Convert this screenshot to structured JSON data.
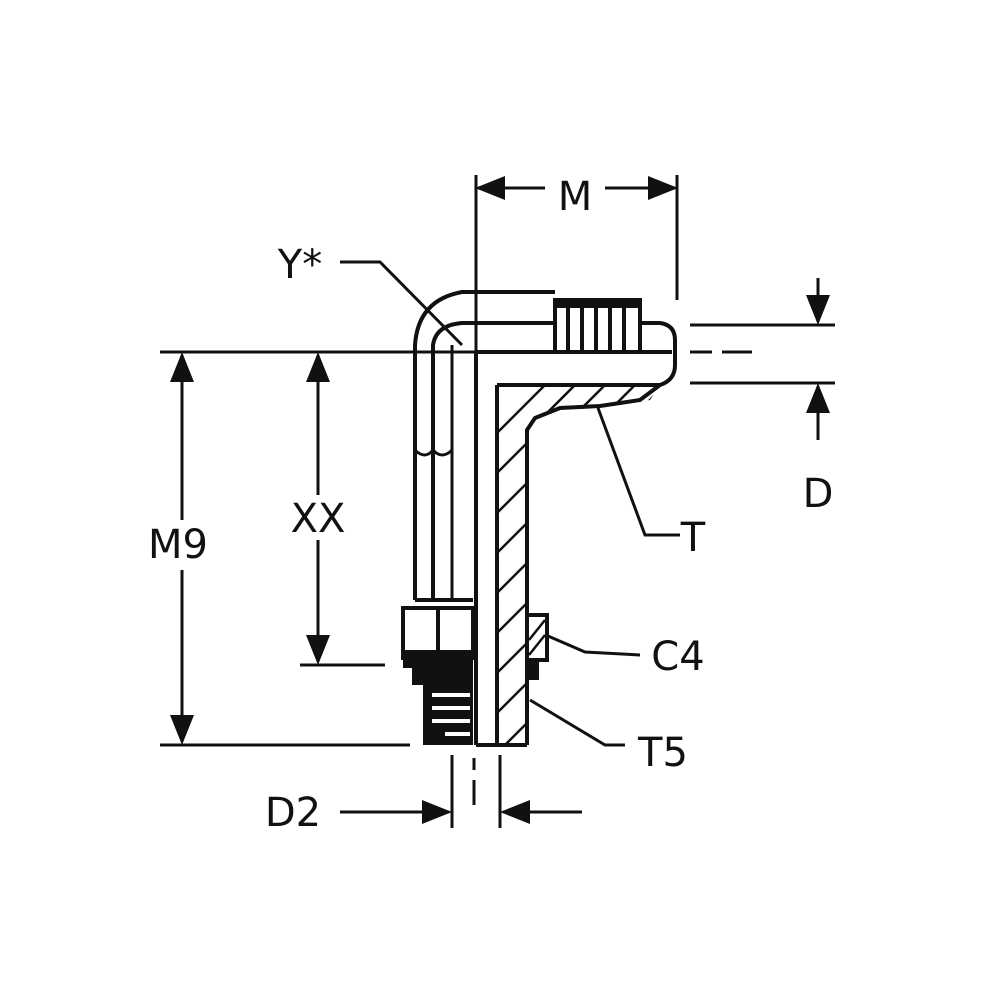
{
  "labels": {
    "m": "M",
    "y_star": "Y*",
    "m9": "M9",
    "xx": "XX",
    "d": "D",
    "t": "T",
    "c4": "C4",
    "t5": "T5",
    "d2": "D2"
  },
  "colors": {
    "line": "#111111",
    "background": "#ffffff"
  }
}
